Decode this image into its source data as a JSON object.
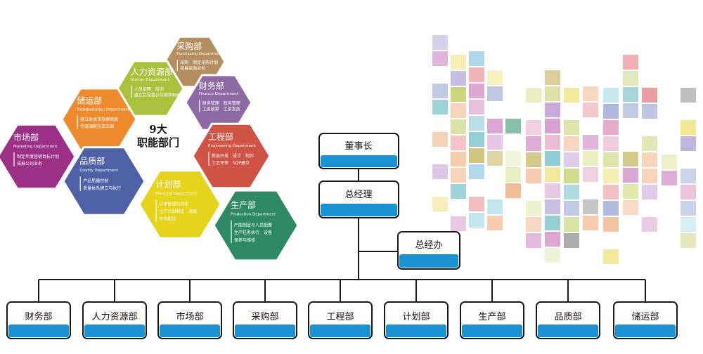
{
  "hub": {
    "line1": "9大",
    "line2": "职能部门"
  },
  "hexagons": [
    {
      "id": "caigou",
      "title": "采购部",
      "sub": "Purchasing Department",
      "lines": [
        "采购　制定采购计划",
        "拓展采购业务"
      ],
      "color": "#b48e5e"
    },
    {
      "id": "renli",
      "title": "人力资源部",
      "sub": "Human Department",
      "lines": [
        "人员招聘　培训",
        "建立并完善公司规章制度"
      ],
      "color": "#a9c23d"
    },
    {
      "id": "caiwu",
      "title": "财务部",
      "sub": "Finance Department",
      "lines": [
        "财务管理　账务管理",
        "工资核算　工资发放"
      ],
      "color": "#8d6aa3"
    },
    {
      "id": "chuyun",
      "title": "储运部",
      "sub": "Transportation Department",
      "lines": [
        "建立收发货规章制度",
        "合理调配送货车辆"
      ],
      "color": "#ee8a2e"
    },
    {
      "id": "gongcheng",
      "title": "工程部",
      "sub": "Engineering Department",
      "lines": [
        "新品开发　设计　制作",
        "工艺评审　SOP建立"
      ],
      "color": "#cf5445"
    },
    {
      "id": "shichang",
      "title": "市场部",
      "sub": "Marketing Department",
      "lines": [
        "制定年度营销目标计划",
        "拓展公司业务"
      ],
      "color": "#9c2f86"
    },
    {
      "id": "zhiliang",
      "title": "品质部",
      "sub": "Quality Department",
      "lines": [
        "产品质量控制",
        "质量体系建立与执行"
      ],
      "color": "#4e61a6"
    },
    {
      "id": "jihua",
      "title": "计划部",
      "sub": "Planning Department",
      "lines": [
        "订单管理与优化",
        "生产计划制定　调度",
        "外协跟进"
      ],
      "color": "#e5d31c"
    },
    {
      "id": "shengchan",
      "title": "生产部",
      "sub": "Production Department",
      "lines": [
        "产能制定与人员配置",
        "生产任务执行　设备",
        "保养与维修"
      ],
      "color": "#2e8a64"
    }
  ],
  "org": {
    "chairman": "董事长",
    "gm": "总经理",
    "office": "总经办",
    "departments": [
      "财务部",
      "人力资源部",
      "市场部",
      "采购部",
      "工程部",
      "计划部",
      "生产部",
      "品质部",
      "储运部"
    ]
  },
  "palette": {
    "box_fill": "#1b92d2",
    "border": "#1a1a1a",
    "mosaic": [
      "#e9f0c9",
      "#dfe8a6",
      "#d8e0a0",
      "#c9d57a",
      "#f5c9a7",
      "#f2b58d",
      "#ec9ba2",
      "#e5a9c8",
      "#d9a1cf",
      "#c8a7d6",
      "#bcb3dd",
      "#a9b4da",
      "#9fd0e6",
      "#b7e2ea",
      "#8bcbd2",
      "#7fb9a1",
      "#9a9a9a",
      "#d0c27a",
      "#f1e58a"
    ]
  }
}
